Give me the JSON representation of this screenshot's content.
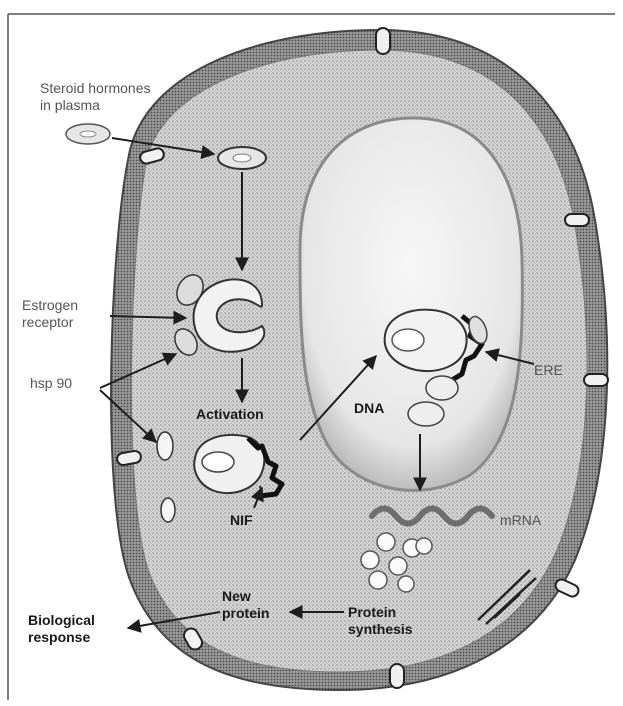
{
  "labels": {
    "steroid_hormones": "Steroid hormones\nin plasma",
    "estrogen_receptor": "Estrogen\nreceptor",
    "hsp90": "hsp 90",
    "activation": "Activation",
    "nif": "NIF",
    "dna": "DNA",
    "ere": "ERE",
    "mrna": "mRNA",
    "new_protein": "New\nprotein",
    "protein_synthesis": "Protein\nsynthesis",
    "biological_response": "Biological\nresponse"
  },
  "colors": {
    "membrane": "#7a7a7a",
    "cytoplasm": "#cfcfcf",
    "nucleus": "#eeeeee",
    "ink": "#1e1e1e"
  }
}
